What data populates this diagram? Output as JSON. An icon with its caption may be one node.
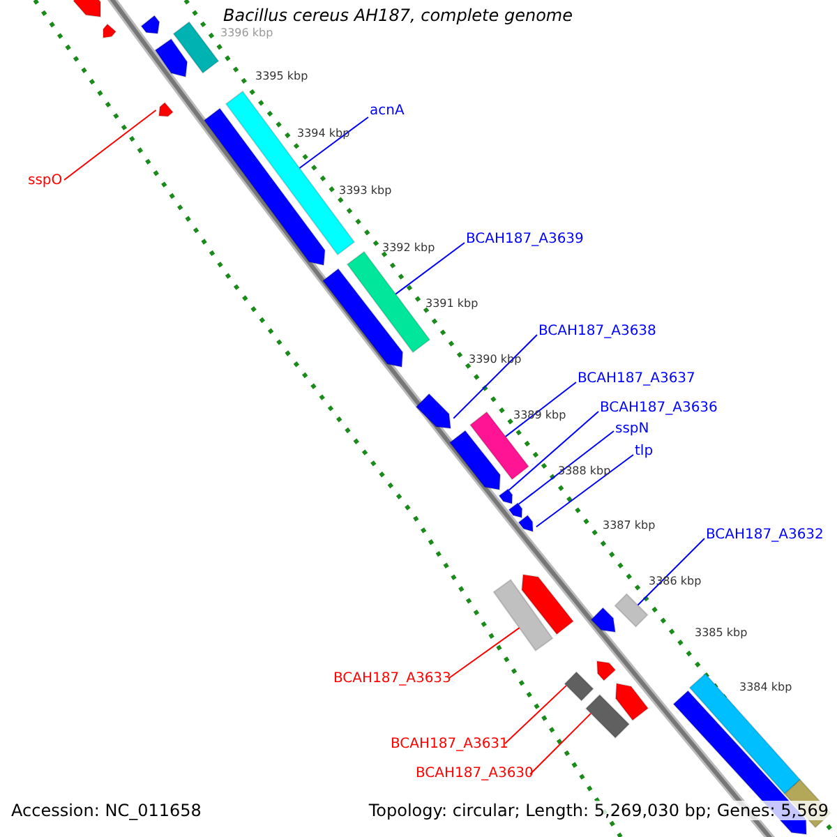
{
  "diagram": {
    "title": "Bacillus cereus AH187, complete genome",
    "nodes": [
      {
        "text": [
          "acnA"
        ]
      },
      {
        "text": [
          "sspO"
        ]
      },
      {
        "text": [
          "BCAH187_A3639"
        ]
      },
      {
        "text": [
          "BCAH187_A3638"
        ]
      },
      {
        "text": [
          "BCAH187_A3637"
        ]
      },
      {
        "text": [
          "BCAH187_A3636"
        ]
      },
      {
        "text": [
          "sspN"
        ]
      },
      {
        "text": [
          "tlp"
        ]
      },
      {
        "text": [
          "BCAH187_A3632"
        ]
      },
      {
        "text": [
          "BCAH187_A3633"
        ]
      },
      {
        "text": [
          "BCAH187_A3631"
        ]
      },
      {
        "text": [
          "BCAH187_A3630"
        ]
      },
      {
        "text": [],
        "shape": "pentagon"
      },
      {
        "text": [],
        "shape": "pentagon"
      },
      {
        "text": [],
        "shape": "pentagon"
      },
      {
        "text": [],
        "shape": "pentagon"
      },
      {
        "text": [],
        "shape": "bar"
      },
      {
        "text": [],
        "shape": "pentagon"
      },
      {
        "text": [],
        "shape": "pentagon"
      },
      {
        "text": [],
        "shape": "bar"
      },
      {
        "text": [],
        "shape": "bar"
      },
      {
        "text": [],
        "shape": "pentagon"
      },
      {
        "text": [],
        "shape": "pentagon"
      },
      {
        "text": [],
        "shape": "bar"
      },
      {
        "text": [],
        "shape": "pentagon"
      },
      {
        "text": [],
        "shape": "pentagon"
      },
      {
        "text": [],
        "shape": "pentagon"
      },
      {
        "text": [],
        "shape": "pentagon"
      },
      {
        "text": [],
        "shape": "pentagon"
      },
      {
        "text": [],
        "shape": "bar"
      },
      {
        "text": [],
        "shape": "pentagon"
      },
      {
        "text": [],
        "shape": "bar"
      },
      {
        "text": [],
        "shape": "pentagon"
      },
      {
        "text": [],
        "shape": "bar"
      },
      {
        "text": [],
        "shape": "pentagon"
      },
      {
        "text": [],
        "shape": "bar"
      },
      {
        "text": [],
        "shape": "pentagon"
      },
      {
        "text": [],
        "shape": "bar"
      },
      {
        "text": [],
        "shape": "bar"
      }
    ],
    "edges": [
      {
        "from": 0,
        "to": 19,
        "arrow": "none"
      },
      {
        "from": 1,
        "to": 17,
        "arrow": "none",
        "color": "#ff0000"
      },
      {
        "from": 2,
        "to": 20,
        "arrow": "none"
      },
      {
        "from": 3,
        "to": 22,
        "arrow": "none"
      },
      {
        "from": 4,
        "to": 23,
        "arrow": "none"
      },
      {
        "from": 5,
        "to": 25,
        "arrow": "none"
      },
      {
        "from": 6,
        "to": 26,
        "arrow": "none"
      },
      {
        "from": 7,
        "to": 27,
        "arrow": "none"
      },
      {
        "from": 8,
        "to": 31,
        "arrow": "none"
      },
      {
        "from": 9,
        "to": 29,
        "arrow": "none",
        "color": "#ff0000"
      },
      {
        "from": 10,
        "to": 33,
        "arrow": "none",
        "color": "#ff0000"
      },
      {
        "from": 11,
        "to": 35,
        "arrow": "none",
        "color": "#ff0000"
      }
    ],
    "labels": [
      "3396 kbp",
      "3395 kbp",
      "3394 kbp",
      "3393 kbp",
      "3392 kbp",
      "3391 kbp",
      "3390 kbp",
      "3389 kbp",
      "3388 kbp",
      "3387 kbp",
      "3386 kbp",
      "3385 kbp",
      "3384 kbp",
      "Accession: NC_011658",
      "Topology: circular; Length: 5,269,030 bp; Genes: 5,569"
    ]
  }
}
